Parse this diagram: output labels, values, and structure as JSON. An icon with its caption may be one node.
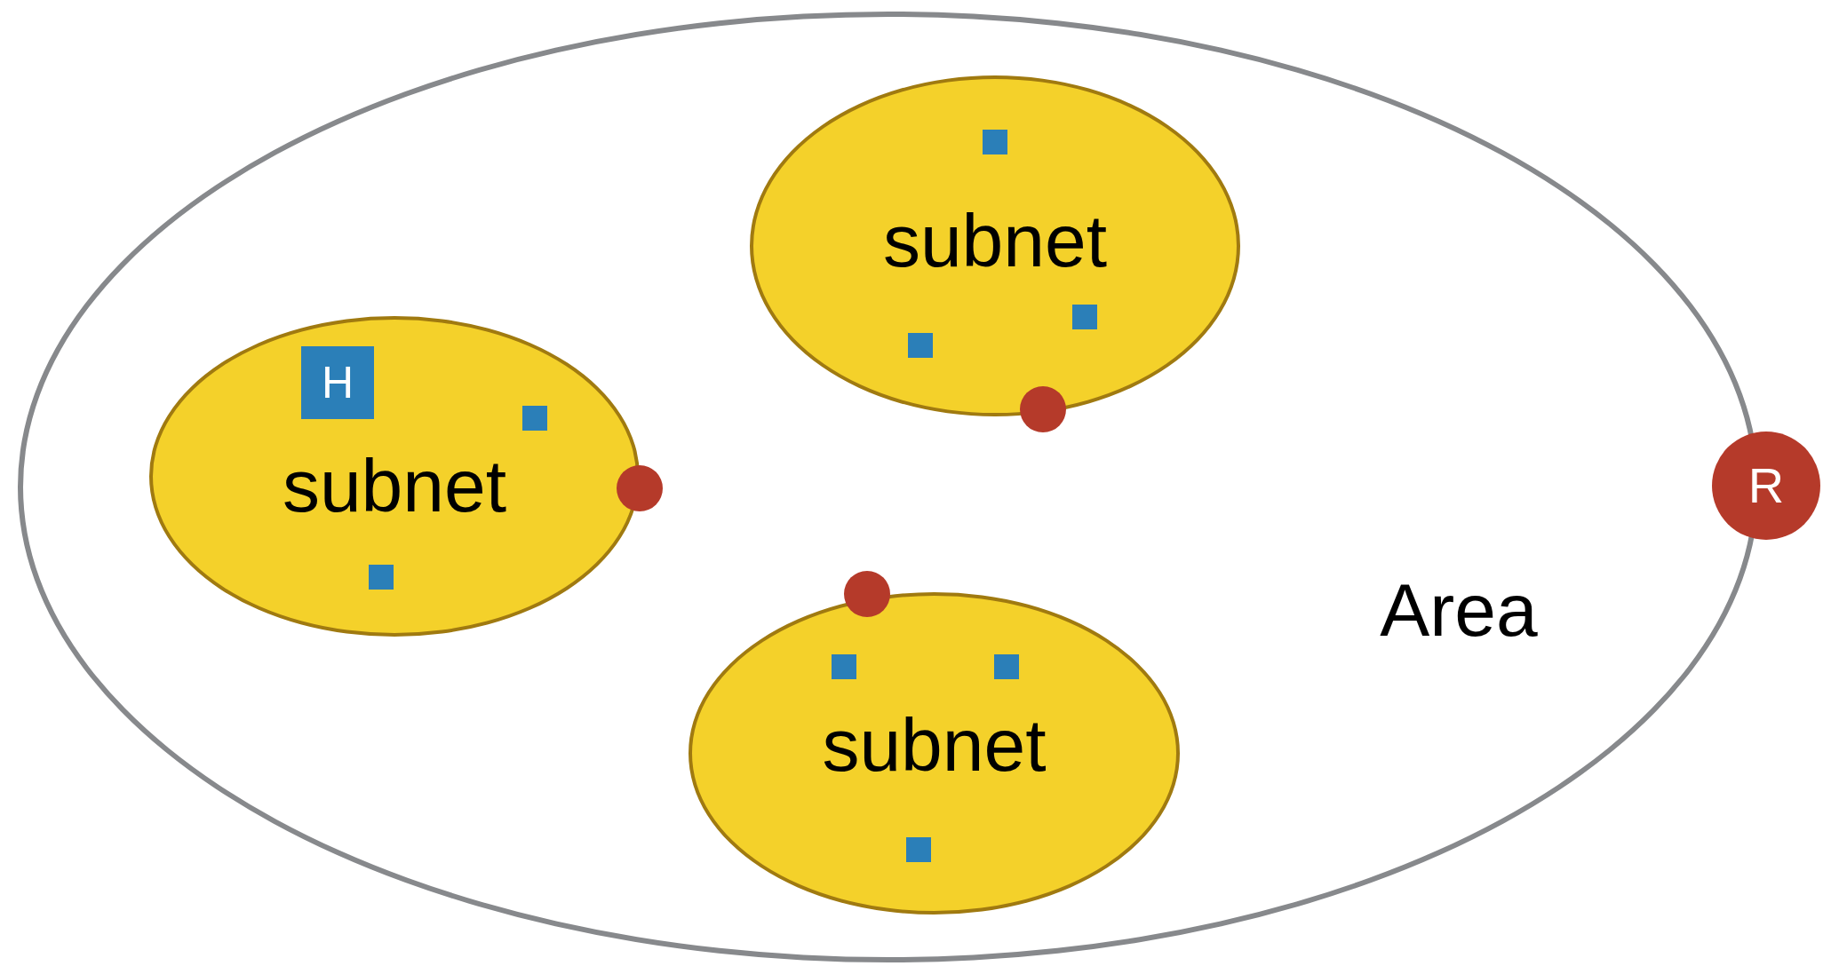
{
  "diagram": {
    "nodes": [
      {
        "text": [
          "Area"
        ]
      },
      {
        "text": [
          "subnet"
        ],
        "in": 0
      },
      {
        "text": [],
        "shape": "box",
        "in": 1
      },
      {
        "text": [],
        "shape": "box",
        "in": 1
      },
      {
        "text": [],
        "shape": "box",
        "in": 1
      },
      {
        "text": [
          "subnet"
        ],
        "in": 0
      },
      {
        "text": [
          "H"
        ],
        "in": 5
      },
      {
        "text": [],
        "shape": "box",
        "in": 5
      },
      {
        "text": [],
        "shape": "box",
        "in": 5
      },
      {
        "text": [],
        "shape": "circle",
        "in": 0
      },
      {
        "text": [],
        "shape": "circle",
        "in": 0
      },
      {
        "text": [
          "R"
        ]
      },
      {
        "text": [],
        "shape": "circle",
        "in": 0
      },
      {
        "text": [
          "subnet"
        ],
        "in": 0
      },
      {
        "text": [],
        "shape": "box",
        "in": 13
      },
      {
        "text": [],
        "shape": "box",
        "in": 13
      },
      {
        "text": [],
        "shape": "box",
        "in": 13
      }
    ],
    "edges": []
  }
}
